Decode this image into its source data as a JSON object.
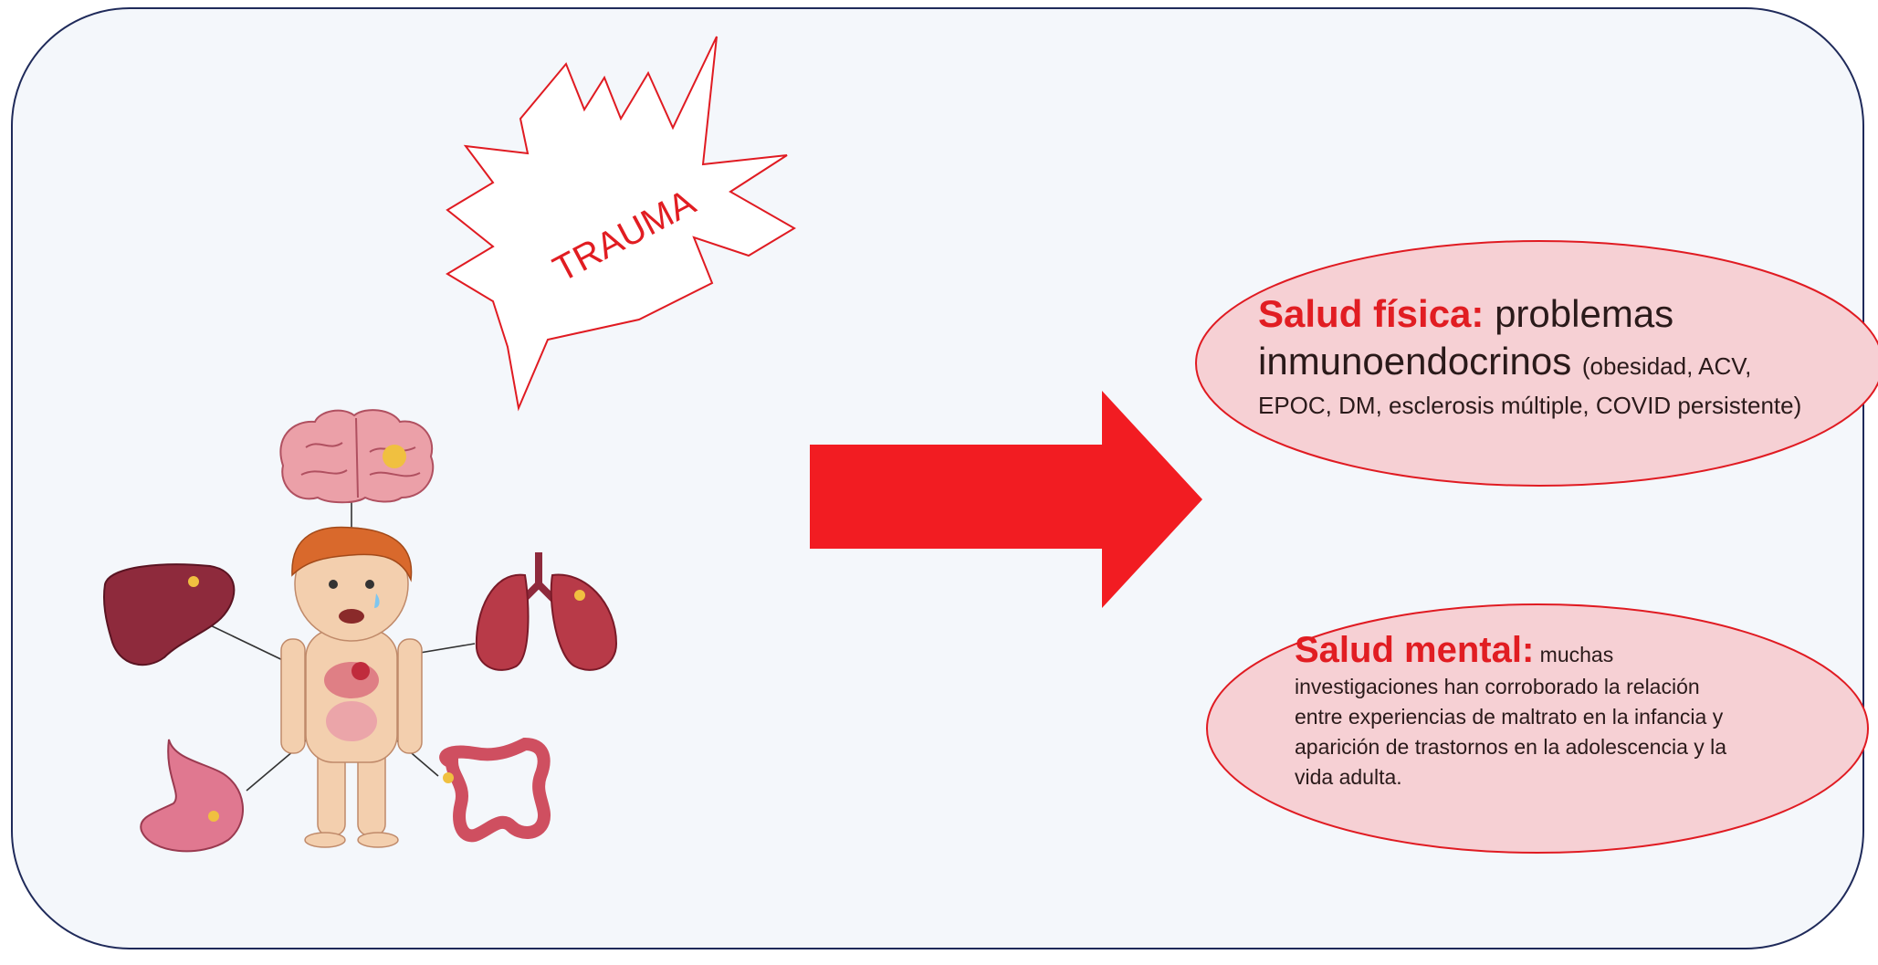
{
  "trauma": {
    "label": "TRAUMA"
  },
  "physical_health": {
    "title": "Salud física:",
    "lead": "problemas",
    "line2": "inmunoendocrinos",
    "detail_1": "(obesidad, ACV,",
    "detail_2": "EPOC, DM, esclerosis múltiple, COVID persistente)"
  },
  "mental_health": {
    "title": "Salud mental:",
    "lead": "muchas",
    "body_1": "investigaciones han corroborado la relación",
    "body_2": "entre experiencias de maltrato en la infancia y",
    "body_3": "aparición de trastornos en la adolescencia y la",
    "body_4": "vida adulta."
  },
  "colors": {
    "accent_red": "#f21c22",
    "ellipse_fill": "#f6d0d4",
    "frame_border": "#1f2a5a",
    "frame_fill": "#f4f7fb",
    "organ_red": "#b83a48",
    "brain_pink": "#eba0a8"
  },
  "icons": [
    "starburst-icon",
    "arrow-right-icon",
    "brain-icon",
    "liver-icon",
    "lungs-icon",
    "stomach-icon",
    "intestine-icon",
    "child-icon"
  ]
}
